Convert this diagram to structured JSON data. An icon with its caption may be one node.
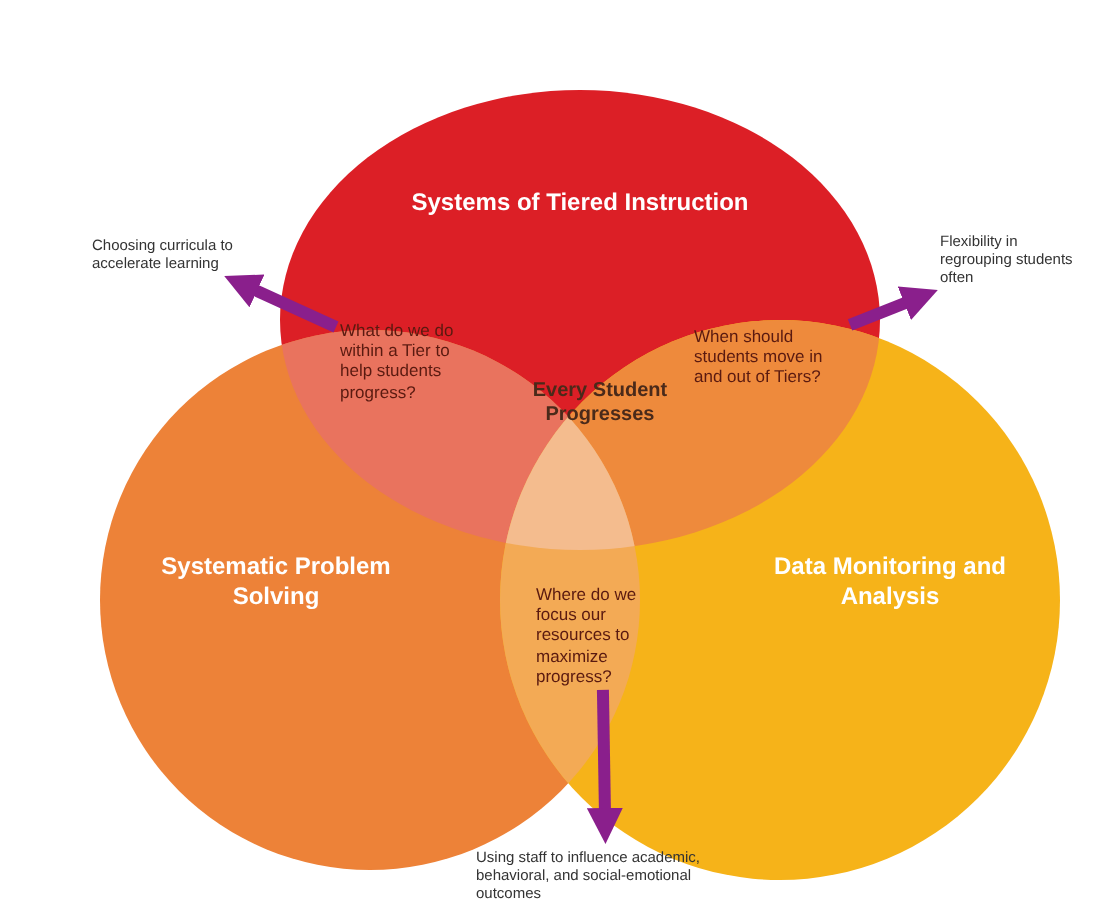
{
  "diagram": {
    "nodes": [
      {
        "text": [
          "Systems of Tiered Instruction"
        ]
      },
      {
        "text": [
          "Systematic Problem Solving"
        ]
      },
      {
        "text": [
          "Data Monitoring and Analysis"
        ]
      },
      {
        "text": [
          "What do we do within a Tier to help students progress?"
        ]
      },
      {
        "text": [
          "When should students move in and out of Tiers?"
        ]
      },
      {
        "text": [
          "Every Student Progresses"
        ]
      },
      {
        "text": [
          "Where do we focus our resources to maximize progress?"
        ]
      },
      {
        "text": [
          "Choosing curricula to accelerate learning"
        ]
      },
      {
        "text": [
          "Flexibility in regrouping students often"
        ]
      },
      {
        "text": [
          "Using staff to influence academic, behavioral, and social-emotional outcomes"
        ]
      }
    ],
    "edges": [
      {
        "from": 3,
        "to": 7,
        "arrow": "to"
      },
      {
        "from": 4,
        "to": 8,
        "arrow": "to"
      },
      {
        "from": 6,
        "to": 9,
        "arrow": "to"
      }
    ]
  }
}
